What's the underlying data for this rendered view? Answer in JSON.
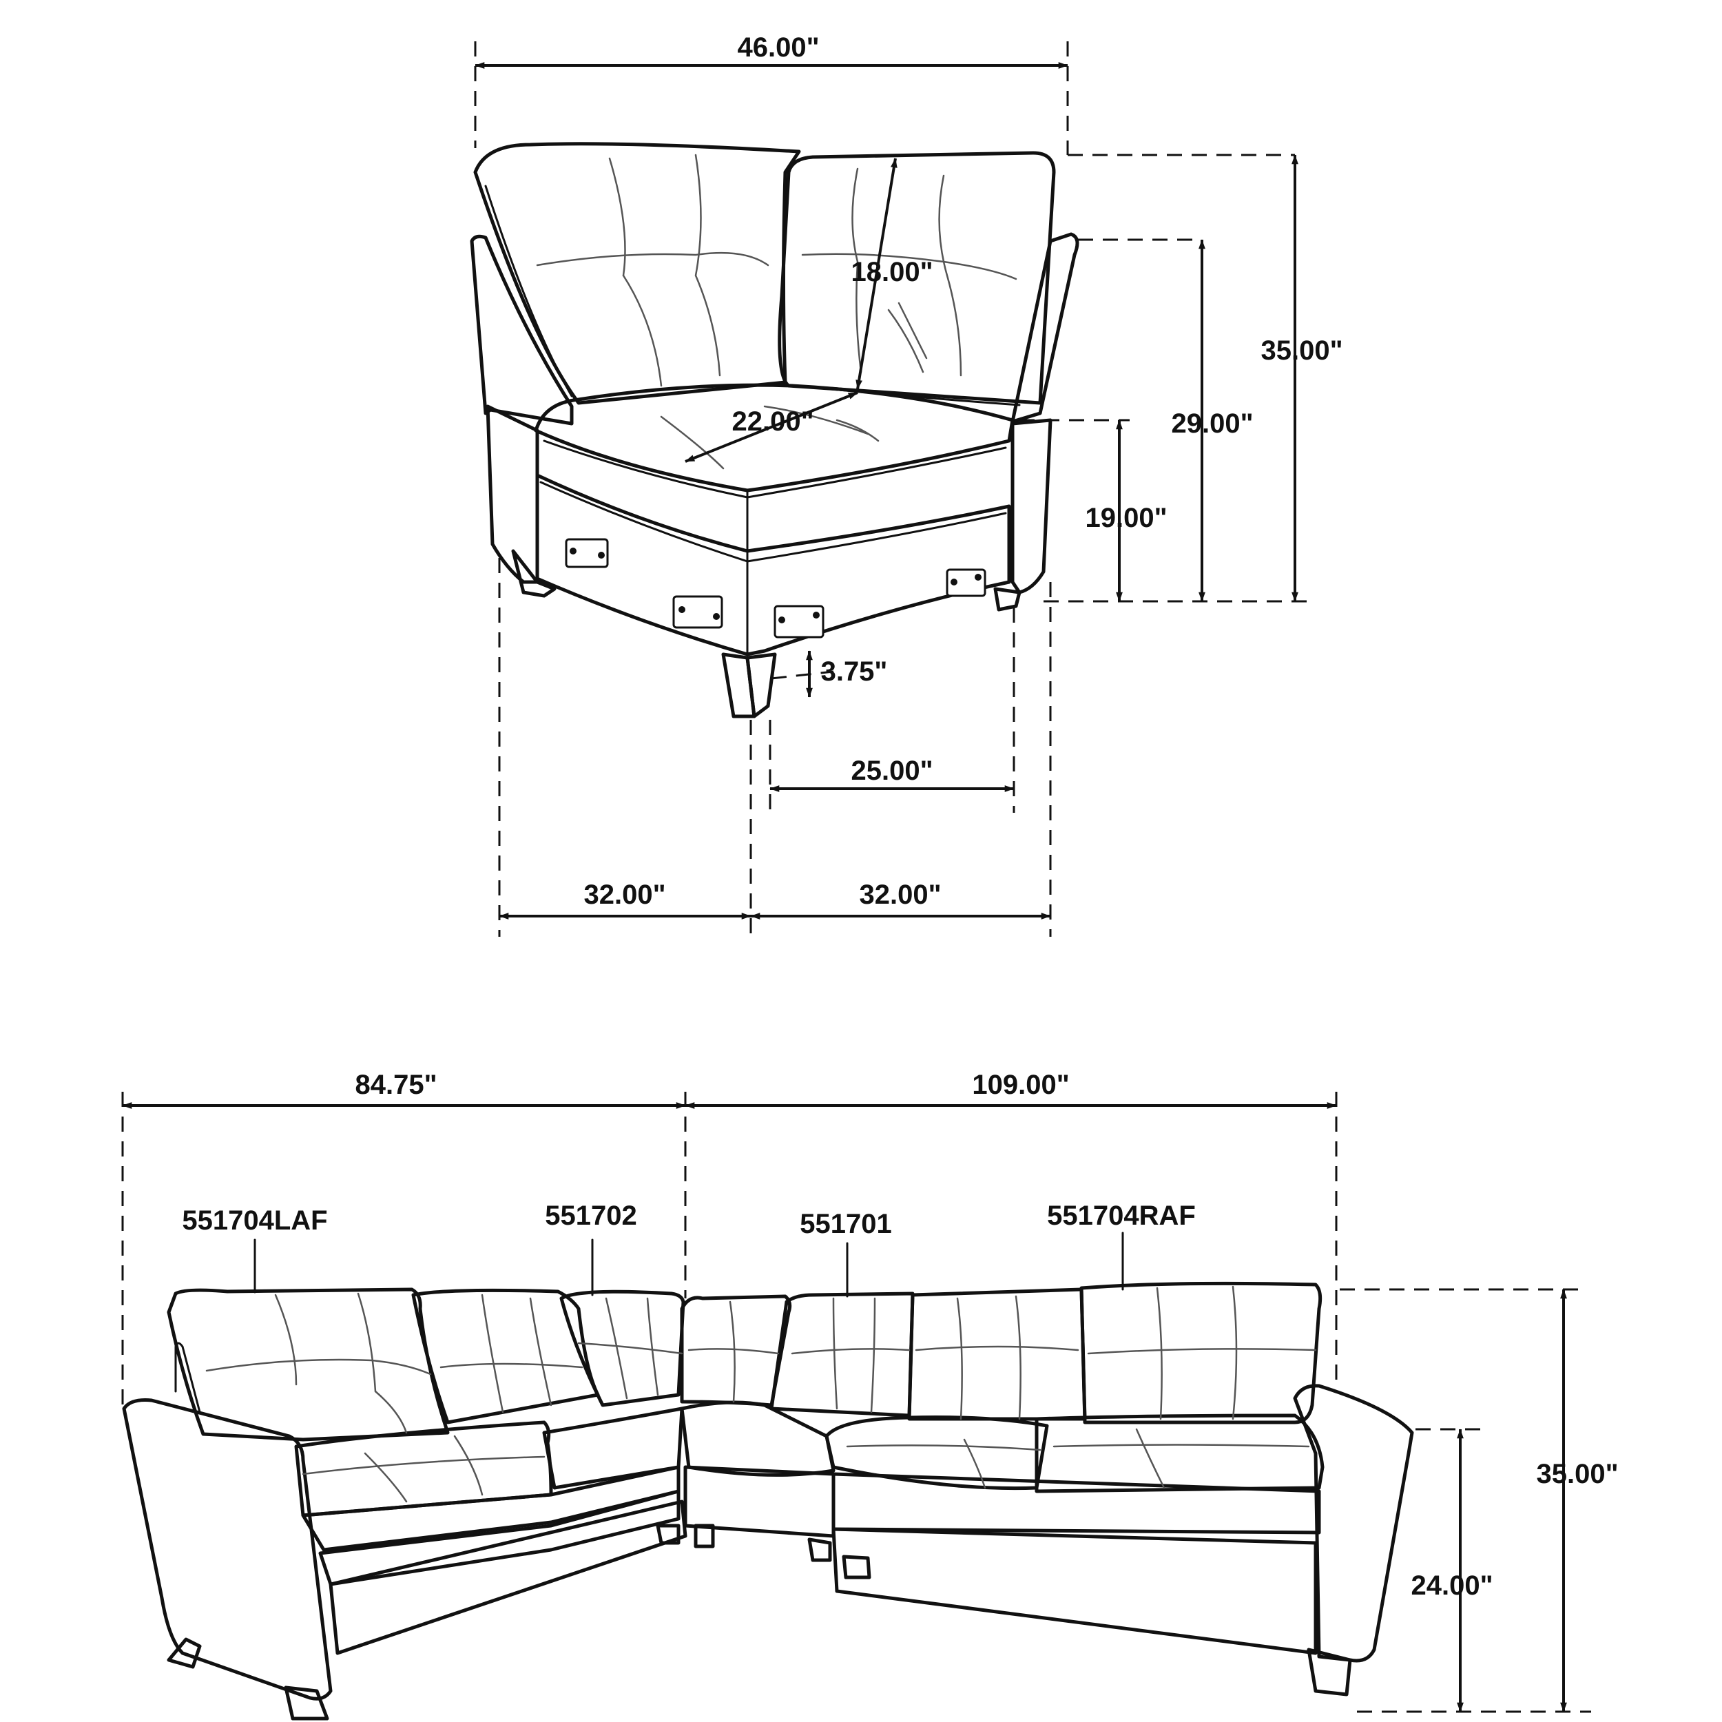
{
  "corner_unit": {
    "overall_width": "46.00\"",
    "overall_height": "35.00\"",
    "arm_height": "29.00\"",
    "seat_height": "19.00\"",
    "back_height": "18.00\"",
    "seat_depth": "22.00\"",
    "leg_height": "3.75\"",
    "inner_width": "25.00\"",
    "side_left": "32.00\"",
    "side_right": "32.00\""
  },
  "sectional": {
    "left_run": "84.75\"",
    "right_run": "109.00\"",
    "overall_height": "35.00\"",
    "arm_height": "24.00\"",
    "modules": [
      "551704LAF",
      "551702",
      "551701",
      "551704RAF"
    ]
  },
  "colors": {
    "line": "#111111",
    "tufting": "#555555",
    "background": "#ffffff"
  }
}
